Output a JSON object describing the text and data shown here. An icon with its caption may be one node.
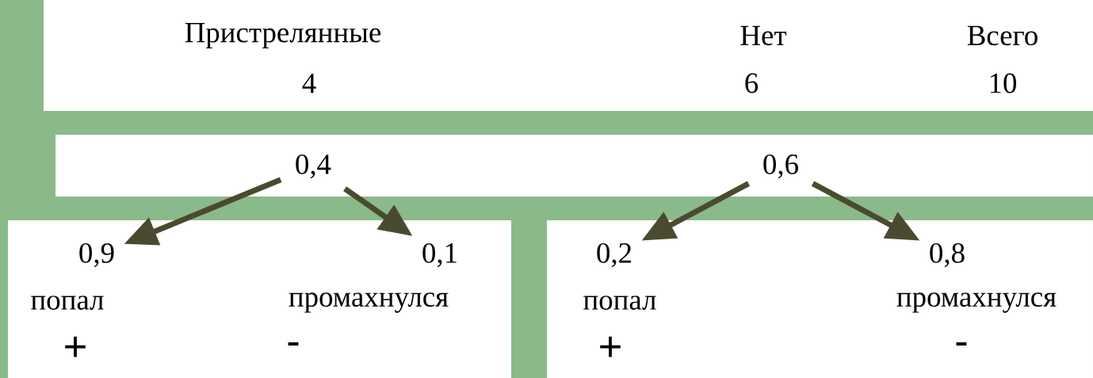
{
  "diagram": {
    "nodes": [
      {
        "text": [
          "Пристрелянные",
          "4",
          "Нет",
          "6",
          "Всего",
          "10"
        ]
      },
      {
        "text": [],
        "shape": "box"
      },
      {
        "text": [
          "0,4"
        ],
        "in": 1
      },
      {
        "text": [
          "0,6"
        ],
        "in": 1
      },
      {
        "text": [
          "попал",
          "промахнулся",
          "+",
          "-"
        ]
      },
      {
        "text": [
          "0,9"
        ],
        "in": 4
      },
      {
        "text": [
          "0,1"
        ],
        "in": 4
      },
      {
        "text": [
          "попал",
          "промахнулся",
          "+",
          "-"
        ]
      },
      {
        "text": [
          "0,2"
        ],
        "in": 7
      },
      {
        "text": [
          "0,8"
        ],
        "in": 7
      }
    ],
    "edges": [
      {
        "from": 2,
        "to": 5,
        "arrow": "to"
      },
      {
        "from": 2,
        "to": 6,
        "arrow": "to"
      },
      {
        "from": 3,
        "to": 8,
        "arrow": "to"
      },
      {
        "from": 3,
        "to": 9,
        "arrow": "to"
      }
    ]
  }
}
